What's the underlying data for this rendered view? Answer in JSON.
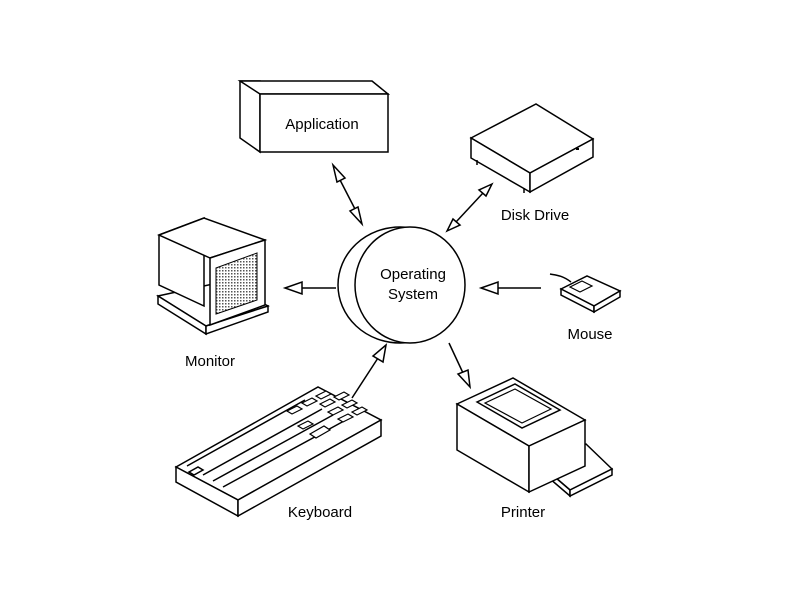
{
  "nodes": {
    "os": {
      "label_line1": "Operating",
      "label_line2": "System"
    },
    "application": {
      "label": "Application"
    },
    "disk_drive": {
      "label": "Disk Drive"
    },
    "monitor": {
      "label": "Monitor"
    },
    "mouse": {
      "label": "Mouse"
    },
    "keyboard": {
      "label": "Keyboard"
    },
    "printer": {
      "label": "Printer"
    }
  },
  "edges": [
    {
      "from": "application",
      "to": "os",
      "direction": "both"
    },
    {
      "from": "disk_drive",
      "to": "os",
      "direction": "both"
    },
    {
      "from": "os",
      "to": "monitor",
      "direction": "to"
    },
    {
      "from": "mouse",
      "to": "os",
      "direction": "to"
    },
    {
      "from": "keyboard",
      "to": "os",
      "direction": "to"
    },
    {
      "from": "os",
      "to": "printer",
      "direction": "to"
    }
  ],
  "icons": [
    "application-box-icon",
    "disk-drive-icon",
    "monitor-icon",
    "mouse-icon",
    "keyboard-icon",
    "printer-icon"
  ],
  "colors": {
    "ink": "#000000",
    "background": "#ffffff",
    "screen": "#c8c8c8"
  }
}
